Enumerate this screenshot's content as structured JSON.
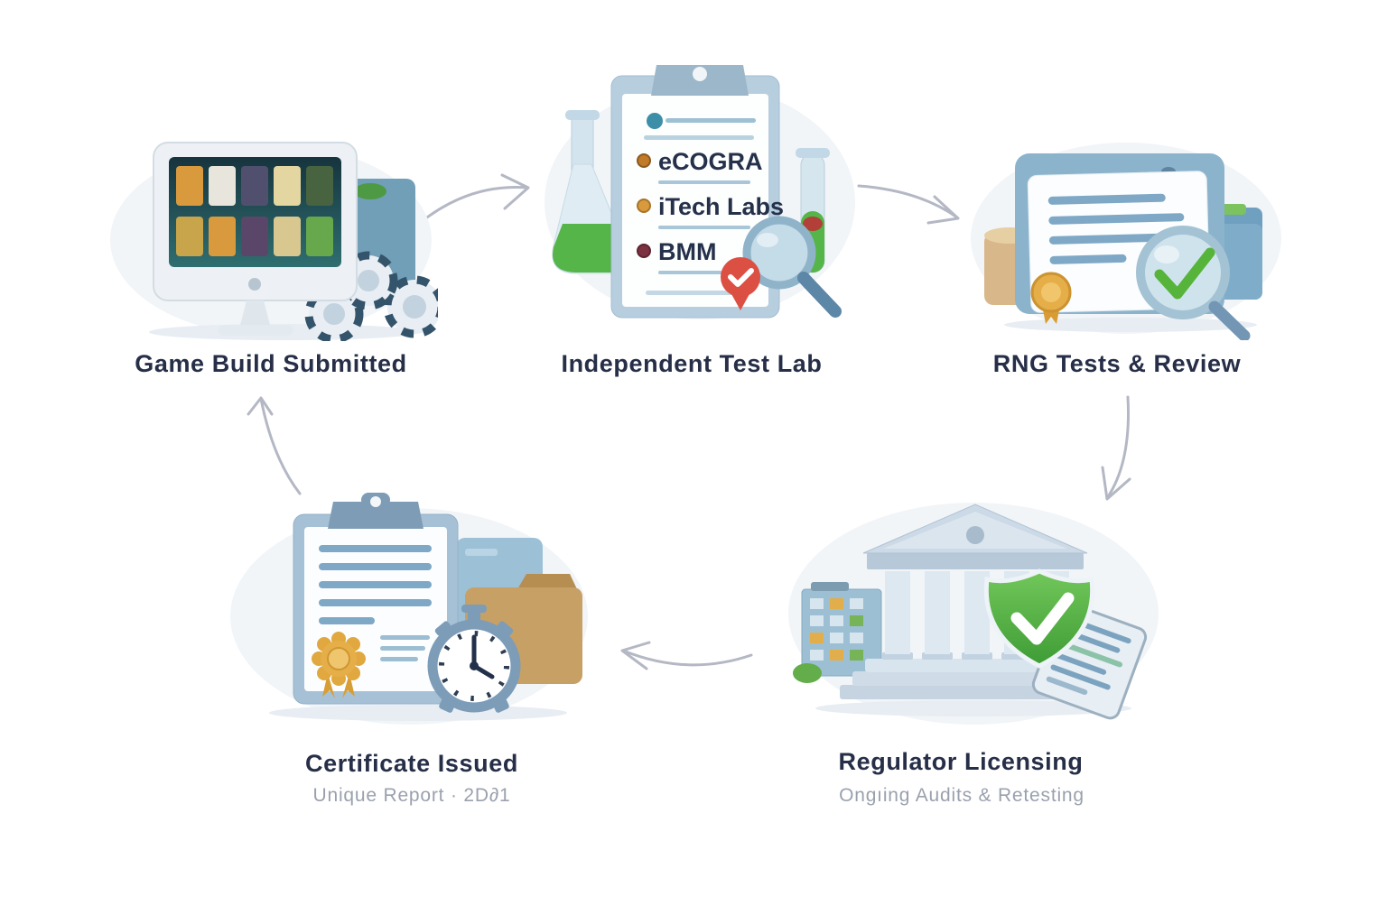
{
  "diagram": {
    "title_implicit": "",
    "stages": [
      {
        "label": "Game Build Submitted"
      },
      {
        "label": "Independent Test Lab",
        "labs": [
          "eCOGRA",
          "iTech Labs",
          "BMM"
        ],
        "lab_bullet_colors": [
          "#c07a28",
          "#d89a3c",
          "#7c3240"
        ]
      },
      {
        "label": "RNG Tests & Review"
      },
      {
        "label": "Regulator Licensing",
        "sublabel": "Ongıing Audits & Retesting"
      },
      {
        "label": "Certificate Issued",
        "sublabel": "Unique Report · 2D∂1"
      }
    ],
    "arrows": [
      {
        "from": "Game Build Submitted",
        "to": "Independent Test Lab"
      },
      {
        "from": "Independent Test Lab",
        "to": "RNG Tests & Review"
      },
      {
        "from": "RNG Tests & Review",
        "to": "Regulator Licensing"
      },
      {
        "from": "Regulator Licensing",
        "to": "Certificate Issued"
      },
      {
        "from": "Certificate Issued",
        "to": "Game Build Submitted"
      }
    ]
  },
  "icons": {
    "stage1": [
      "monitor-icon",
      "game-tiles-grid",
      "poker-chips-icon",
      "folder-icon"
    ],
    "stage2": [
      "clipboard-icon",
      "flask-icon",
      "test-tube-icon",
      "magnifier-icon",
      "red-check-badge-icon"
    ],
    "stage3": [
      "document-card-icon",
      "gold-medal-icon",
      "cylinder-icon",
      "folder-icon",
      "magnifier-check-icon"
    ],
    "stage4": [
      "bank-building-icon",
      "office-building-icon",
      "shield-check-icon",
      "tablet-document-icon"
    ],
    "stage5": [
      "certificate-clipboard-icon",
      "gold-seal-icon",
      "stopwatch-icon",
      "folder-blue-icon",
      "folder-tan-icon"
    ]
  },
  "colors": {
    "heading": "#262e48",
    "subtext": "#9aa1ae",
    "arrow": "#b4b8c4",
    "blob": "#f1f5f8",
    "accent_blue": "#8bb3cc",
    "green": "#55b548",
    "red": "#dc4f43",
    "gold": "#e5ae49"
  }
}
